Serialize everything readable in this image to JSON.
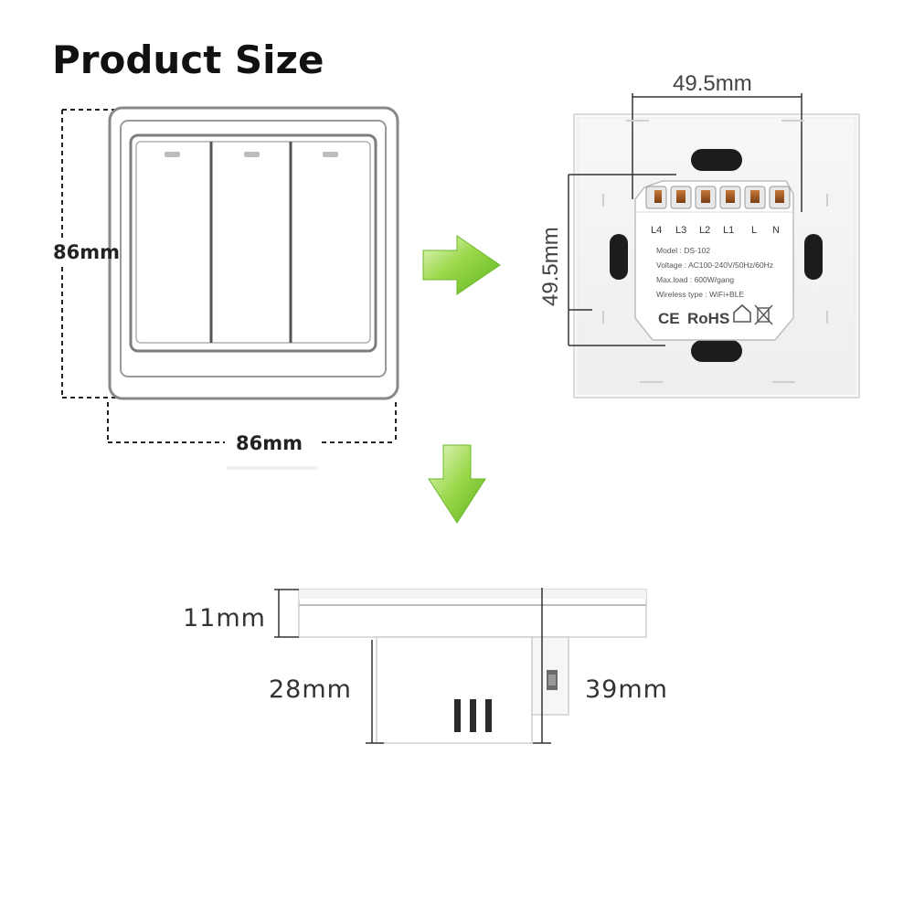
{
  "title": "Product Size",
  "front_view": {
    "height_label": "86mm",
    "width_label": "86mm"
  },
  "back_view": {
    "top_spacing_label": "49.5mm",
    "side_spacing_label": "49.5mm",
    "terminals": [
      "L4",
      "L3",
      "L2",
      "L1",
      "L",
      "N"
    ],
    "model_text": "Model : DS-102",
    "voltage_text": "Voltage : AC100-240V/50Hz/60Hz",
    "maxload_text": "Max.load : 600W/gang",
    "wireless_text": "Wireless type : WiFi+BLE",
    "cert_ce": "CE",
    "cert_rohs": "RoHS"
  },
  "side_view": {
    "plate_thickness_label": "11mm",
    "box_depth_label": "28mm",
    "total_depth_label": "39mm"
  },
  "colors": {
    "arrow_green": "#7ccb2e",
    "arrow_light": "#d9f2a8",
    "outline": "#8a8a8a",
    "panel_fill": "#ffffff",
    "shadow": "#e6e6e6"
  },
  "icons": [
    "arrow-right-icon",
    "arrow-down-icon",
    "house-icon",
    "bin-crossed-icon"
  ]
}
